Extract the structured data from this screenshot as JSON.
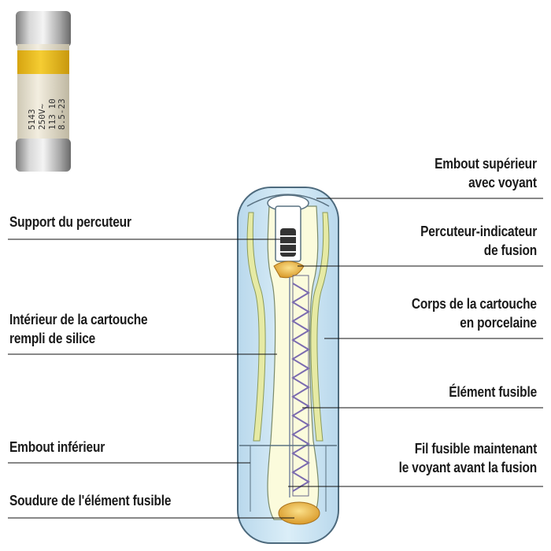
{
  "photo": {
    "markings": [
      "5143",
      "250V~",
      "113 10",
      "8.5-23"
    ]
  },
  "labels": {
    "embout_superieur": [
      "Embout supérieur",
      "avec voyant"
    ],
    "percuteur_indicateur": [
      "Percuteur-indicateur",
      "de fusion"
    ],
    "corps": [
      "Corps de la cartouche",
      "en porcelaine"
    ],
    "element_fusible": [
      "Élément fusible"
    ],
    "fil_fusible": [
      "Fil fusible maintenant",
      "le voyant avant la fusion"
    ],
    "support_percuteur": [
      "Support du percuteur"
    ],
    "interieur": [
      "Intérieur de la cartouche",
      "rempli de silice"
    ],
    "embout_inferieur": [
      "Embout inférieur"
    ],
    "soudure": [
      "Soudure de l'élément fusible"
    ]
  },
  "colors": {
    "band_yellow": "#f2c21a",
    "body_blue": "#cfe6f4",
    "silica_cream": "#fbfbdc",
    "porcelain_green": "#e6eaa4",
    "solder_orange": "#e8b84a"
  }
}
